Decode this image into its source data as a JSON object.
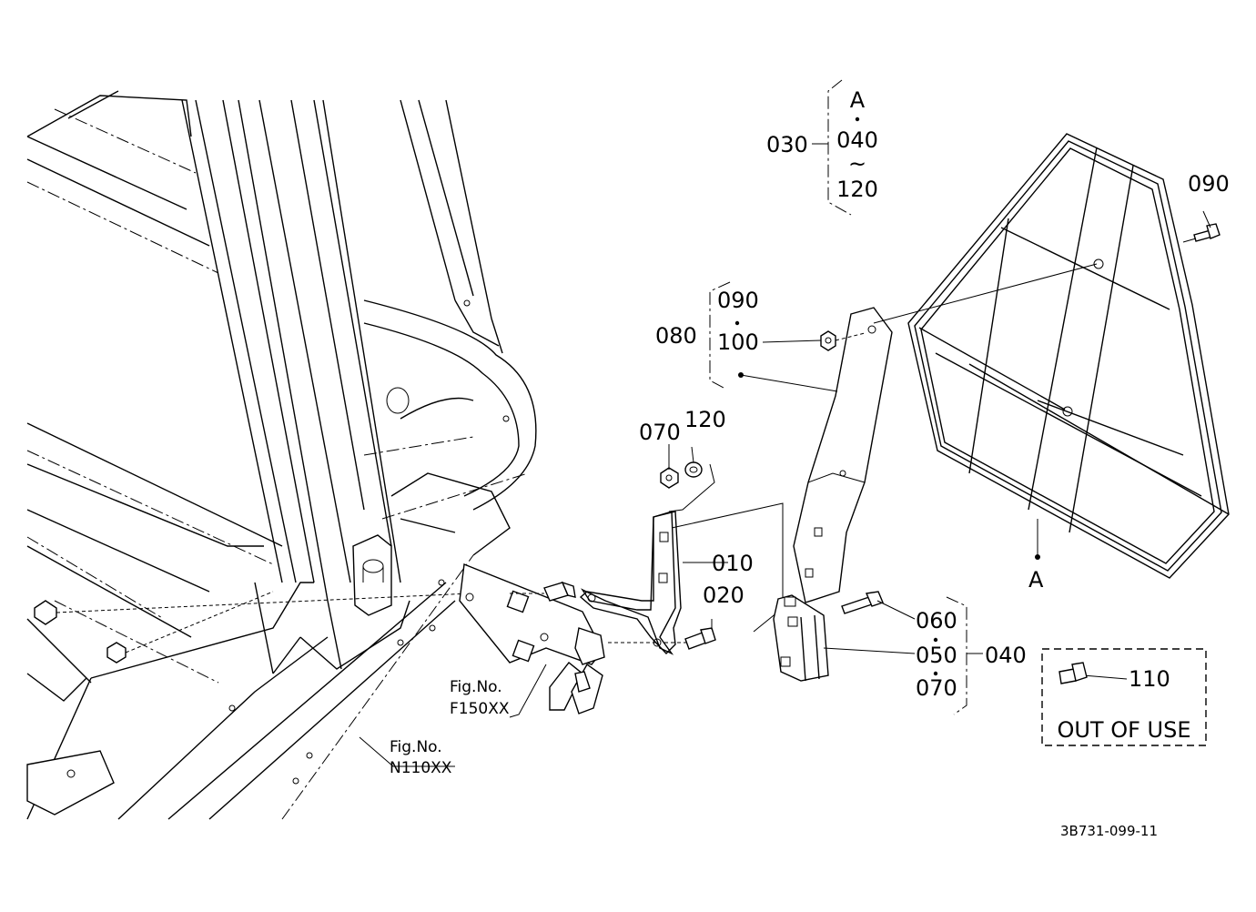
{
  "labels": {
    "p030": "030",
    "p040_group": "040",
    "p080": "080",
    "p010": "010",
    "p020": "020",
    "p060": "060",
    "p050": "050",
    "p070_lower": "070",
    "p070_upper": "070",
    "p120_upper": "120",
    "p090_right": "090",
    "p090_group": "090",
    "p100": "100",
    "p110": "110"
  },
  "group_030": {
    "a": "A",
    "from": "040",
    "tilde": "~",
    "to": "120"
  },
  "view_marker": "A",
  "figure_refs": [
    {
      "line1": "Fig.No.",
      "line2": "F150XX"
    },
    {
      "line1": "Fig.No.",
      "line2": "N110XX"
    }
  ],
  "out_of_use": "OUT OF USE",
  "drawing_number": "3B731-099-11"
}
